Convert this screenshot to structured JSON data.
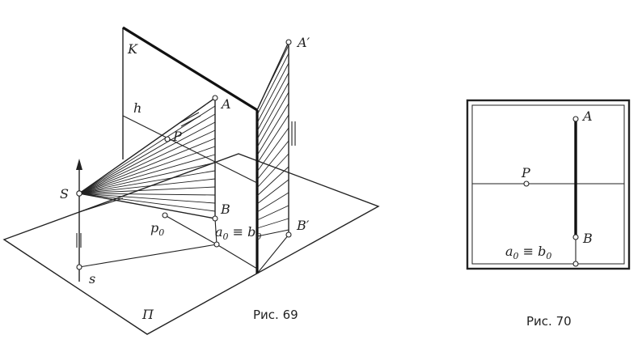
{
  "figure69": {
    "caption": "Рис. 69",
    "labels": {
      "K": "K",
      "h": "h",
      "A": "A",
      "A_prime": "A′",
      "P": "P",
      "S": "S",
      "B": "B",
      "B_prime": "B′",
      "p0": "p",
      "p0_sub": "0",
      "a0": "a",
      "a0_sub": "0",
      "equiv": " ≡ ",
      "b0": "b",
      "b0_sub": "0",
      "s": "s",
      "Pi": "Π"
    }
  },
  "figure70": {
    "caption": "Рис. 70",
    "labels": {
      "A": "A",
      "P": "P",
      "B": "B",
      "a0": "a",
      "a0_sub": "0",
      "equiv": " ≡ ",
      "b0": "b",
      "b0_sub": "0"
    }
  }
}
